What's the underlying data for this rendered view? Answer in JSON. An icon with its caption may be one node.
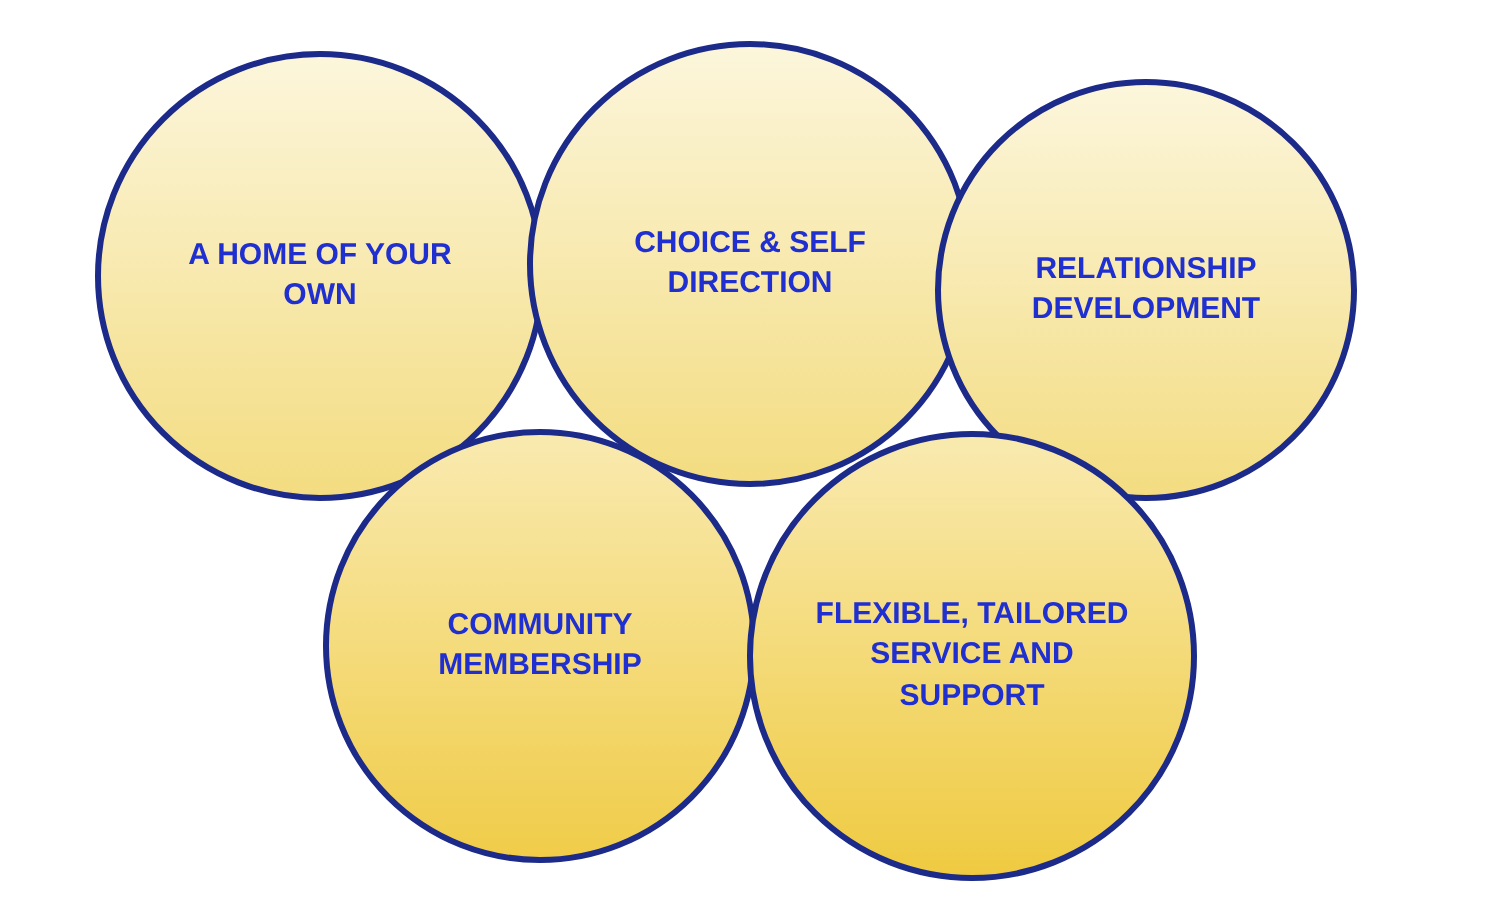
{
  "diagram": {
    "nodes": [
      {
        "text": [
          "A HOME OF YOUR OWN"
        ]
      },
      {
        "text": [
          "CHOICE & SELF DIRECTION"
        ]
      },
      {
        "text": [
          "RELATIONSHIP DEVELOPMENT"
        ]
      },
      {
        "text": [
          "COMMUNITY MEMBERSHIP"
        ]
      },
      {
        "text": [
          "FLEXIBLE, TAILORED SERVICE AND SUPPORT"
        ]
      }
    ],
    "edges": []
  }
}
